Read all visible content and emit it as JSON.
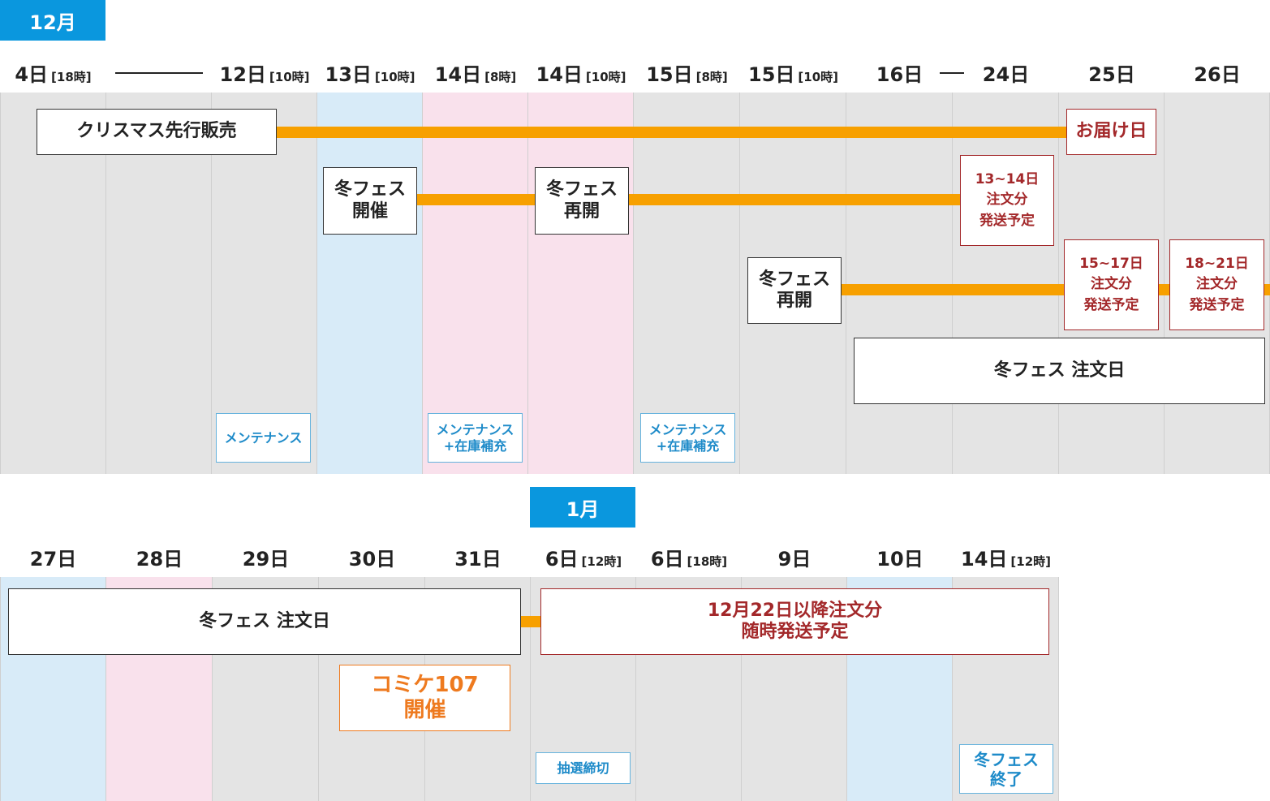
{
  "december": {
    "month_label": "12月",
    "dates": [
      {
        "day": "4日",
        "time": "[18時]"
      },
      {
        "day": "12日",
        "time": "[10時]"
      },
      {
        "day": "13日",
        "time": "[10時]"
      },
      {
        "day": "14日",
        "time": "[8時]"
      },
      {
        "day": "14日",
        "time": "[10時]"
      },
      {
        "day": "15日",
        "time": "[8時]"
      },
      {
        "day": "15日",
        "time": "[10時]"
      },
      {
        "day": "16日",
        "time": ""
      },
      {
        "day": "24日",
        "time": ""
      },
      {
        "day": "25日",
        "time": ""
      },
      {
        "day": "26日",
        "time": ""
      }
    ],
    "events": {
      "christmas_presale": "クリスマス先行販売",
      "delivery_day": "お届け日",
      "fes_open": [
        "冬フェス",
        "開催"
      ],
      "fes_reopen_1": [
        "冬フェス",
        "再開"
      ],
      "fes_reopen_2": [
        "冬フェス",
        "再開"
      ],
      "ship_13_14": [
        "13~14日",
        "注文分",
        "発送予定"
      ],
      "ship_15_17": [
        "15~17日",
        "注文分",
        "発送予定"
      ],
      "ship_18_21": [
        "18~21日",
        "注文分",
        "発送予定"
      ],
      "fes_order_day": "冬フェス 注文日",
      "maintenance_1": [
        "メンテナンス"
      ],
      "maintenance_2": [
        "メンテナンス",
        "+在庫補充"
      ],
      "maintenance_3": [
        "メンテナンス",
        "+在庫補充"
      ]
    }
  },
  "january": {
    "month_label": "1月",
    "dates": [
      {
        "day": "27日",
        "time": ""
      },
      {
        "day": "28日",
        "time": ""
      },
      {
        "day": "29日",
        "time": ""
      },
      {
        "day": "30日",
        "time": ""
      },
      {
        "day": "31日",
        "time": ""
      },
      {
        "day": "6日",
        "time": "[12時]"
      },
      {
        "day": "6日",
        "time": "[18時]"
      },
      {
        "day": "9日",
        "time": ""
      },
      {
        "day": "10日",
        "time": ""
      },
      {
        "day": "14日",
        "time": "[12時]"
      }
    ],
    "events": {
      "fes_order_day": "冬フェス 注文日",
      "ship_after_1222": [
        "12月22日以降注文分",
        "随時発送予定"
      ],
      "comiket": [
        "コミケ107",
        "開催"
      ],
      "lottery_deadline": [
        "抽選締切"
      ],
      "fes_end": [
        "冬フェス",
        "終了"
      ]
    }
  },
  "colors": {
    "accent_blue": "#0a97de",
    "bar_orange": "#f7a000",
    "column_gray": "#e4e4e4",
    "column_blue": "#d8ebf8",
    "column_pink": "#f9e1ec",
    "text_red": "#a3282a",
    "text_orange": "#ee7a1f",
    "text_blue": "#1e8bc9"
  }
}
